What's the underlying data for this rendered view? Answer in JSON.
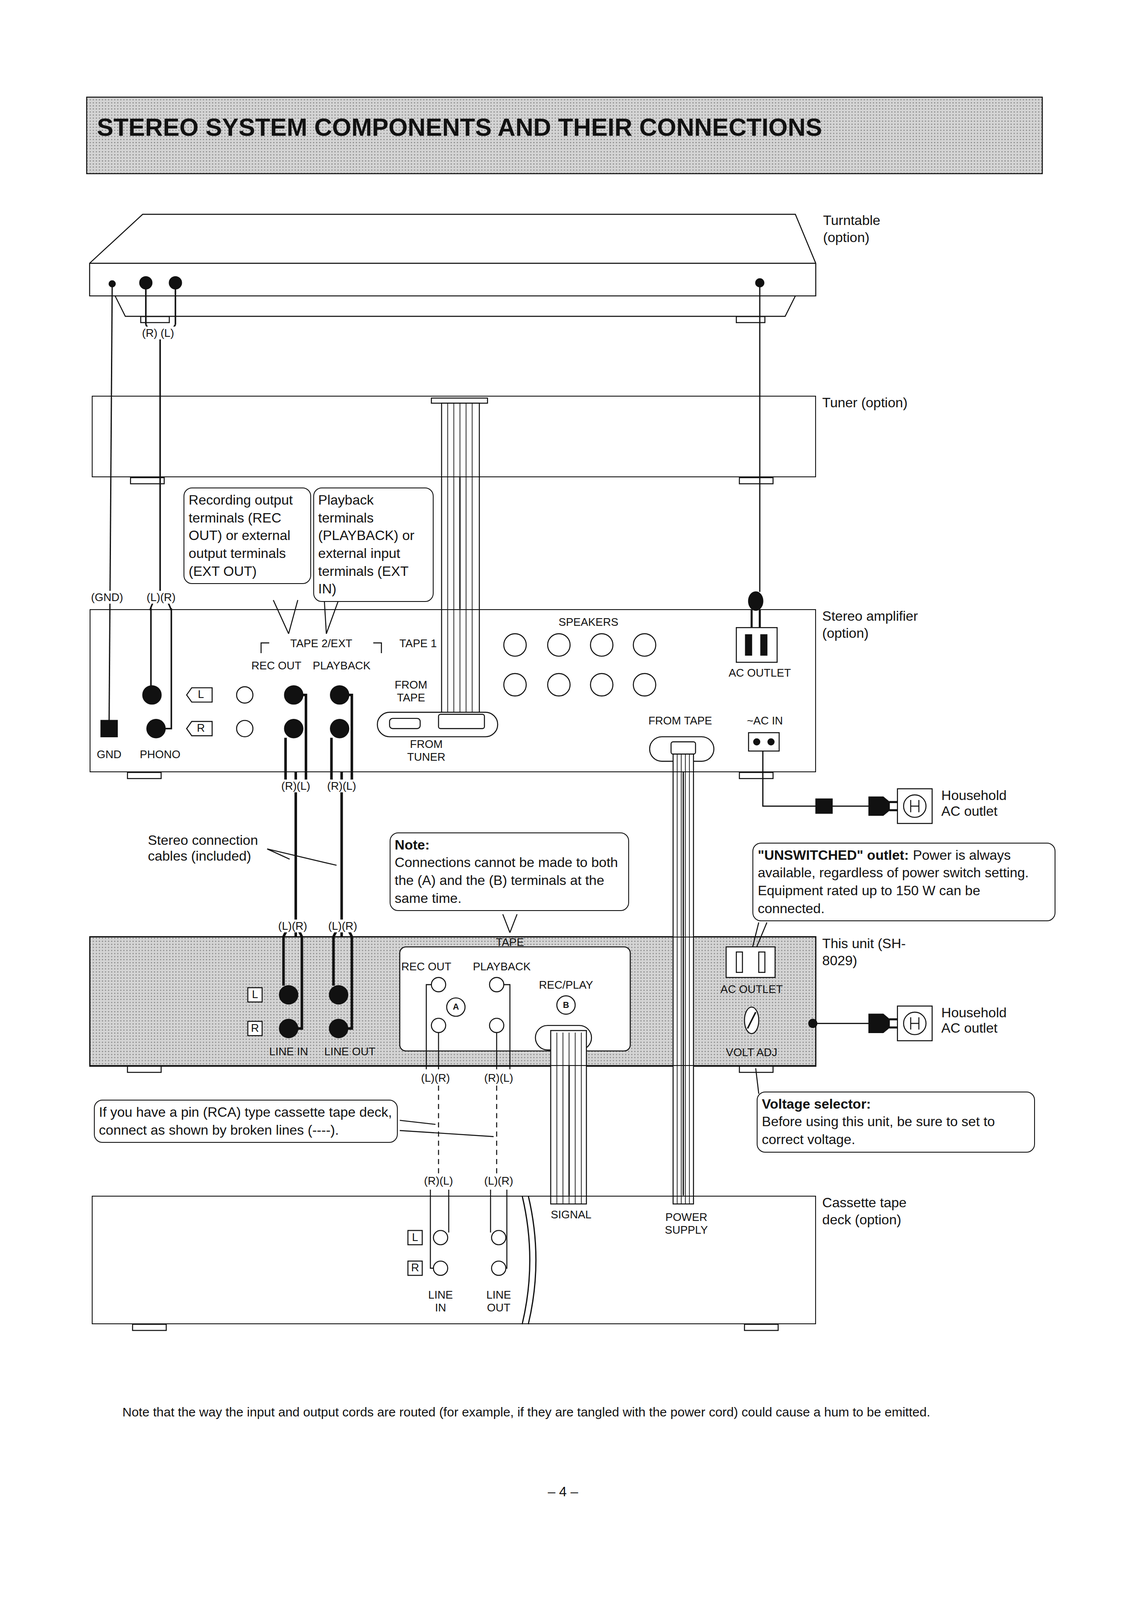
{
  "diagram": {
    "title": "STEREO SYSTEM COMPONENTS AND THEIR CONNECTIONS",
    "caption": "Note that the way the input and output cords are routed (for example, if they are tangled with the power cord) could cause a hum to be emitted.",
    "nodes": [
      {
        "text": [
          "Turntable (option)"
        ]
      },
      {
        "text": [
          "Tuner (option)"
        ]
      },
      {
        "text": [
          "Stereo amplifier (option)"
        ]
      },
      {
        "text": [
          "Recording output terminals (REC OUT) or external output terminals (EXT OUT)"
        ]
      },
      {
        "text": [
          "Playback terminals (PLAYBACK) or external input terminals (EXT IN)"
        ]
      },
      {
        "text": [
          "Note:",
          "Connections cannot be made to both the (A) and the (B) terminals at the same time."
        ]
      },
      {
        "text": [
          "\"UNSWITCHED\" outlet:",
          "Power is always available, regardless of power switch setting. Equipment rated up to 150 W can be connected."
        ]
      },
      {
        "text": [
          "This unit (SH-8029)"
        ]
      },
      {
        "text": [
          "If you have a pin (RCA) type cassette tape deck, connect as shown by broken lines (----)."
        ]
      },
      {
        "text": [
          "Voltage selector:",
          "Before using this unit, be sure to set to correct voltage."
        ]
      },
      {
        "text": [
          "Cassette tape deck (option)"
        ]
      }
    ],
    "edges": [
      {
        "from": 1,
        "to": 2,
        "arrow": "none"
      },
      {
        "from": 2,
        "to": 7,
        "arrow": "none"
      },
      {
        "from": 2,
        "to": 7,
        "arrow": "none"
      },
      {
        "from": 7,
        "to": 10,
        "arrow": "none"
      },
      {
        "from": 2,
        "to": 10,
        "arrow": "none"
      }
    ],
    "labels": [
      "(R) (L)",
      "(GND)",
      "(L)(R)",
      "TAPE 2/EXT",
      "TAPE 1",
      "REC OUT",
      "PLAYBACK",
      "SPEAKERS",
      "AC OUTLET",
      "FROM TAPE",
      "FROM TUNER",
      "FROM TAPE",
      "~AC IN",
      "L",
      "R",
      "GND",
      "PHONO",
      "(R)(L)",
      "(R)(L)",
      "Stereo connection cables (included)",
      "(L)(R)",
      "(L)(R)",
      "L",
      "R",
      "LINE IN",
      "LINE OUT",
      "TAPE",
      "REC OUT",
      "PLAYBACK",
      "A",
      "REC/PLAY",
      "B",
      "AC OUTLET",
      "VOLT ADJ",
      "(L)(R)",
      "(R)(L)",
      "(R)(L)",
      "(L)(R)",
      "L",
      "R",
      "LINE IN",
      "LINE OUT",
      "SIGNAL",
      "POWER SUPPLY",
      "Household AC outlet",
      "Household AC outlet",
      "– 4 –"
    ]
  }
}
